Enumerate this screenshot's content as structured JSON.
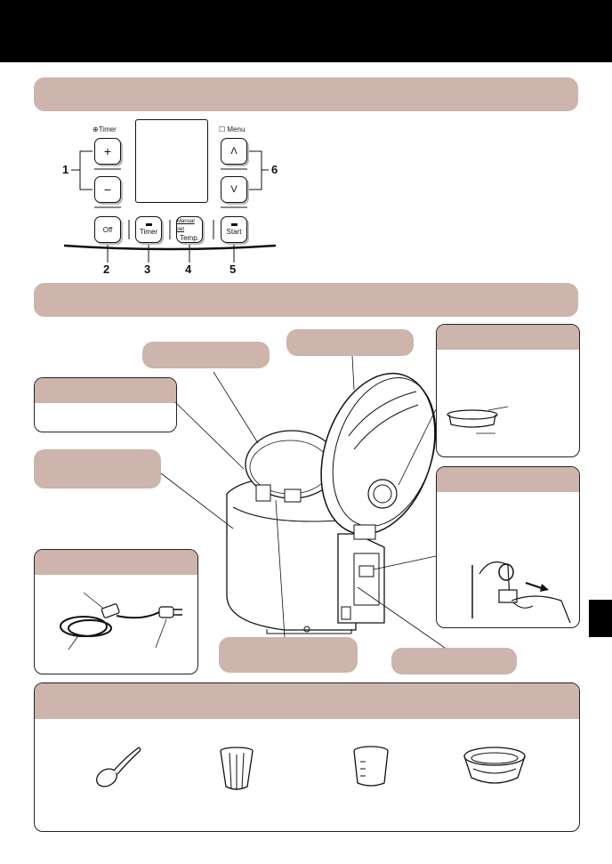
{
  "control_panel": {
    "timer_label": "⊕Timer",
    "menu_label": "☐ Menu",
    "plus_symbol": "+",
    "minus_symbol": "−",
    "up_symbol": "Λ",
    "down_symbol": "V",
    "off_label": "Off",
    "timer_button_label": "Timer",
    "manual_label": "Manual set",
    "temp_label": "Temp.",
    "start_label": "Start",
    "callout_numbers": [
      "1",
      "2",
      "3",
      "4",
      "5",
      "6"
    ]
  },
  "icons": {
    "spoon": "rice-spoon-icon",
    "basket": "steam-basket-icon",
    "cup": "measuring-cup-icon",
    "tray": "steam-tray-icon"
  },
  "colors": {
    "band": "#cdb4ac",
    "top_bar": "#000000"
  }
}
